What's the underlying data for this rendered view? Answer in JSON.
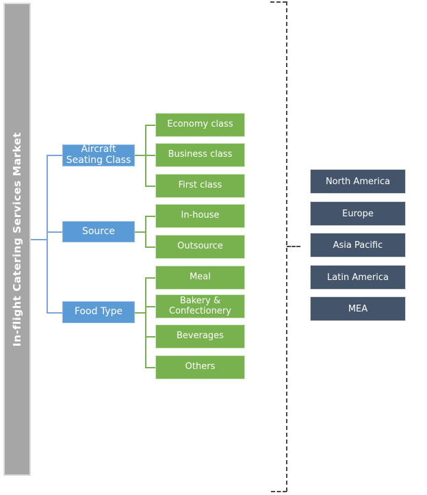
{
  "root": {
    "label": "In-flight Catering Services Market"
  },
  "segments": [
    {
      "label": "Aircraft Seating Class",
      "children": [
        "Economy class",
        "Business class",
        "First class"
      ]
    },
    {
      "label": "Source",
      "children": [
        "In-house",
        "Outsource"
      ]
    },
    {
      "label": "Food Type",
      "children": [
        "Meal",
        "Bakery & Confectionery",
        "Beverages",
        "Others"
      ]
    }
  ],
  "regions": [
    "North America",
    "Europe",
    "Asia Pacific",
    "Latin America",
    "MEA"
  ],
  "colors": {
    "root_bar": "#a6a6a6",
    "segment_box": "#5b9bd5",
    "child_box": "#77b24e",
    "region_box": "#44546a",
    "connector_blue": "#7aa5d8",
    "connector_green": "#78b24e",
    "dashed_bracket": "#45454d"
  }
}
